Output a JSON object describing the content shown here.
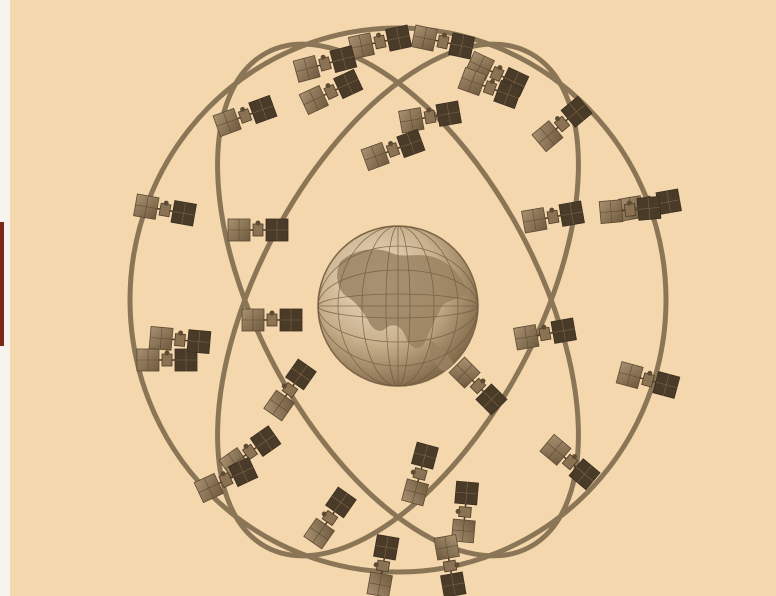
{
  "illustration": {
    "subject": "globe-with-satellite-orbits",
    "colors": {
      "background": "#f5d7ad",
      "orbit": "#8a7656",
      "satellite_body": "#6e5a3c",
      "satellite_panel": "#9c8564",
      "globe_light": "#d8c4a3",
      "globe_dark": "#8c7455",
      "side_tab": "#7a2a14"
    },
    "orbit_count": 3,
    "satellite_count": 30
  }
}
